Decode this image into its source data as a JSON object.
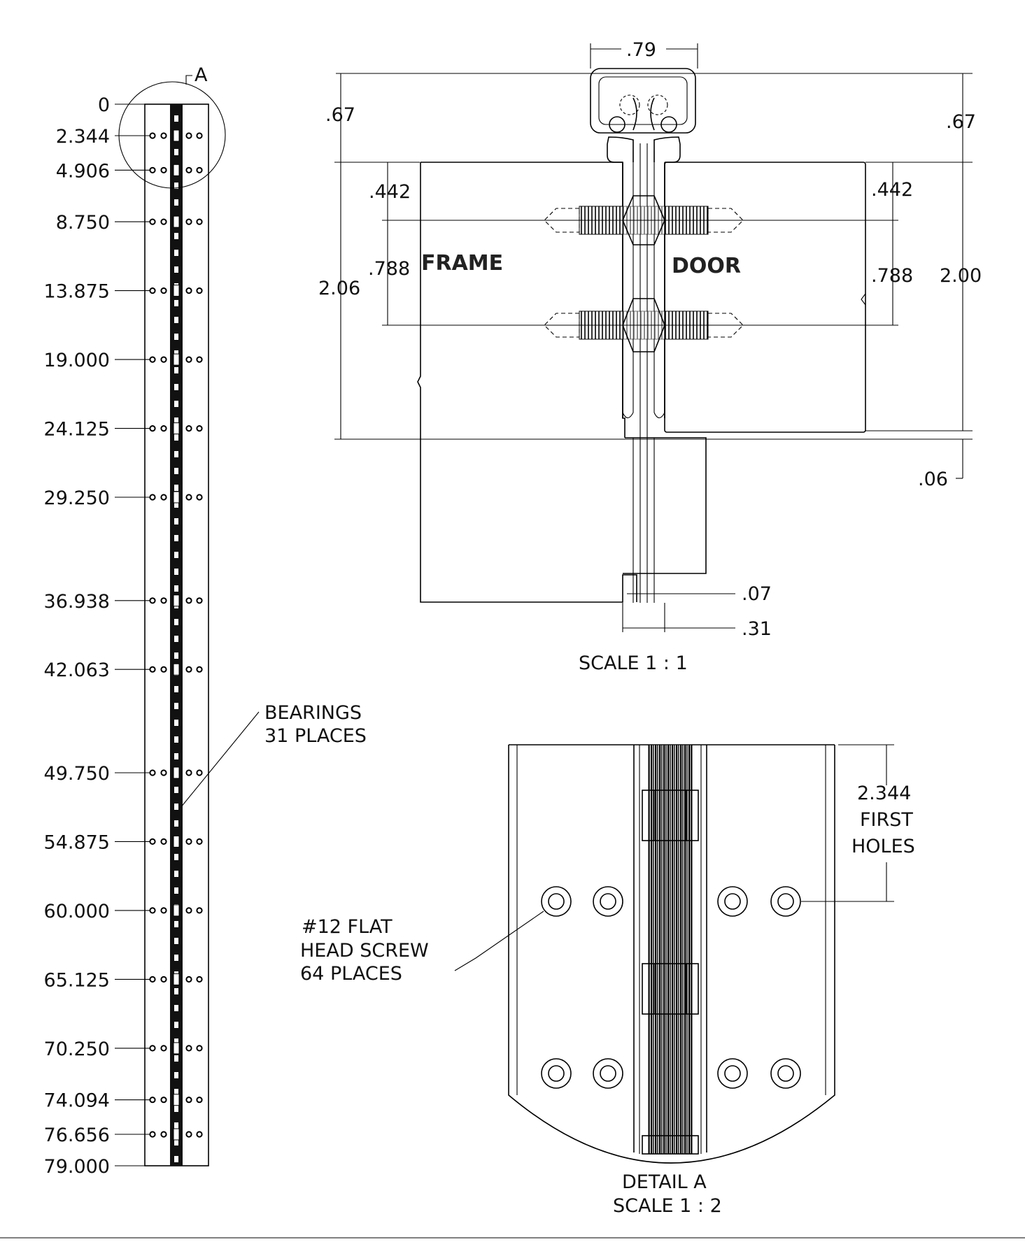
{
  "left_view": {
    "detail_marker": "A",
    "stations": [
      "0",
      "2.344",
      "4.906",
      "8.750",
      "13.875",
      "19.000",
      "24.125",
      "29.250",
      "36.938",
      "42.063",
      "49.750",
      "54.875",
      "60.000",
      "65.125",
      "70.250",
      "74.094",
      "76.656",
      "79.000"
    ],
    "bearings_note": [
      "BEARINGS",
      "31 PLACES"
    ]
  },
  "section_view": {
    "dims": {
      "width_top": ".79",
      "left_top": ".67",
      "right_top": ".67",
      "left_spacing_1": ".442",
      "left_spacing_2": ".788",
      "left_height": "2.06",
      "right_spacing_1": ".442",
      "right_spacing_2": ".788",
      "right_height": "2.00",
      "bottom_offset": ".06",
      "gap": ".07",
      "leaf_thickness": ".31"
    },
    "frame_label": "FRAME",
    "door_label": "DOOR",
    "scale_label": "SCALE 1 : 1"
  },
  "detail_view": {
    "first_holes": [
      "2.344",
      "FIRST",
      "HOLES"
    ],
    "screw_note": [
      "#12 FLAT",
      "HEAD SCREW",
      "64 PLACES"
    ],
    "title": "DETAIL A",
    "scale": "SCALE 1 : 2"
  }
}
